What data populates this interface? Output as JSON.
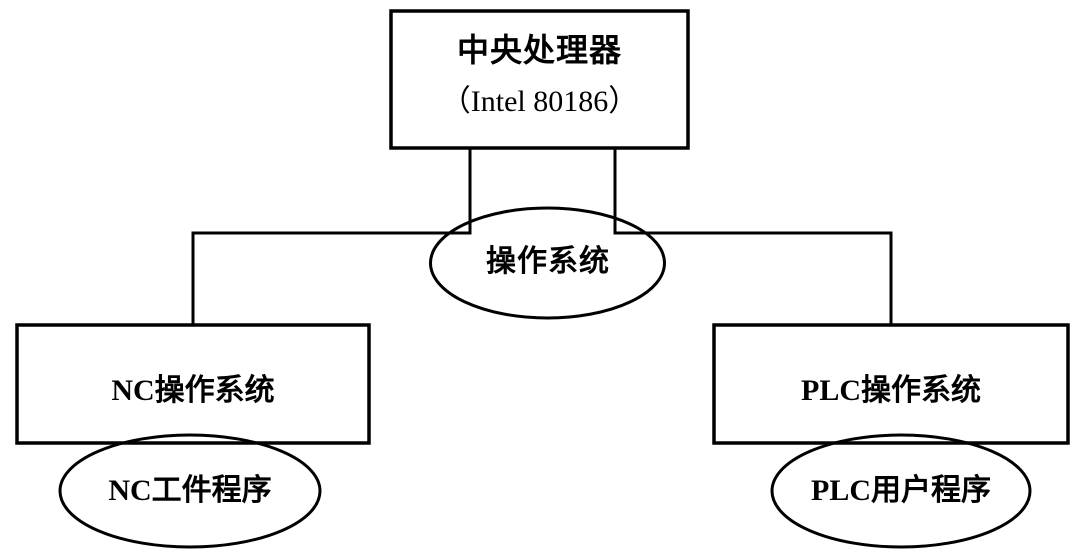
{
  "diagram": {
    "type": "block-diagram",
    "background_color": "#ffffff",
    "stroke_color": "#000000",
    "nodes": {
      "cpu": {
        "shape": "rectangle",
        "title": "中央处理器",
        "subtitle": "（Intel 80186）"
      },
      "operating_system": {
        "shape": "ellipse",
        "label": "操作系统"
      },
      "nc_operating_system": {
        "shape": "rectangle",
        "label": "NC操作系统"
      },
      "plc_operating_system": {
        "shape": "rectangle",
        "label": "PLC操作系统"
      },
      "nc_workpiece_program": {
        "shape": "ellipse",
        "label": "NC工件程序"
      },
      "plc_user_program": {
        "shape": "ellipse",
        "label": "PLC用户程序"
      }
    },
    "connectors": [
      {
        "from": "cpu",
        "to": "nc_operating_system",
        "style": "orthogonal"
      },
      {
        "from": "cpu",
        "to": "plc_operating_system",
        "style": "orthogonal"
      }
    ]
  }
}
